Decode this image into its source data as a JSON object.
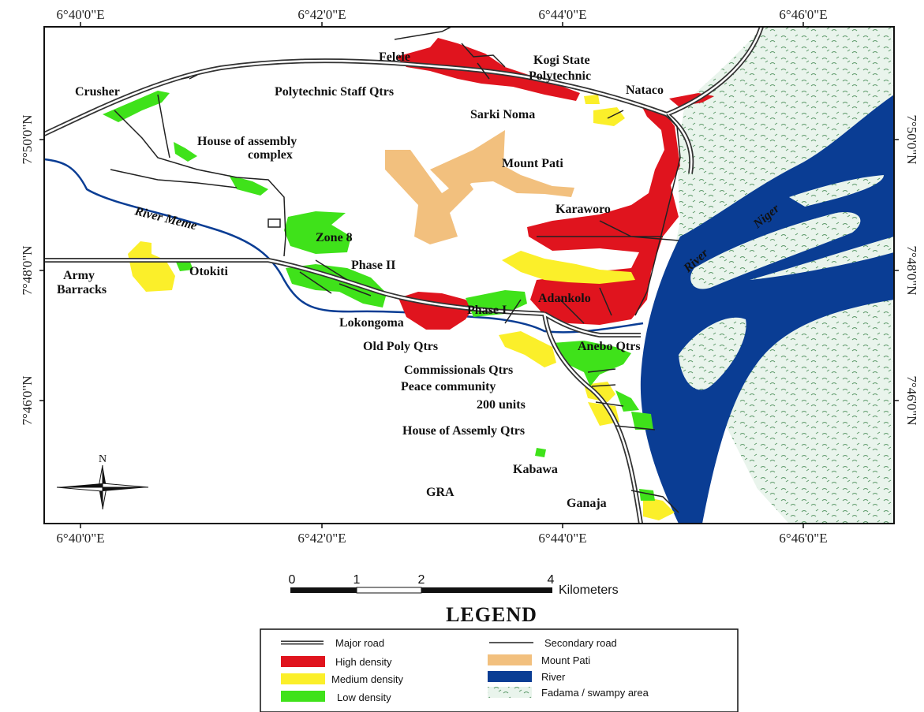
{
  "map": {
    "top_longitudes": [
      "6°40'0\"E",
      "6°42'0\"E",
      "6°44'0\"E",
      "6°46'0\"E"
    ],
    "bottom_longitudes": [
      "6°40'0\"E",
      "6°42'0\"E",
      "6°44'0\"E",
      "6°46'0\"E"
    ],
    "left_latitudes": [
      "7°50'0\"N",
      "7°48'0\"N",
      "7°46'0\"N"
    ],
    "right_latitudes": [
      "7°50'0\"N",
      "7°48'0\"N",
      "7°46'0\"N"
    ],
    "places": {
      "felele": "Felele",
      "kogi_state": "Kogi State",
      "polytechnic": "Polytechnic",
      "crusher": "Crusher",
      "polytechnic_staff_qtrs": "Polytechnic Staff Qtrs",
      "nataco": "Nataco",
      "sarki_noma": "Sarki Noma",
      "house_assembly": "House of assembly",
      "complex": "complex",
      "mount_pati": "Mount Pati",
      "karaworo": "Karaworo",
      "zone8": "Zone 8",
      "phase2": "Phase II",
      "army": "Army",
      "barracks": "Barracks",
      "otokiti": "Otokiti",
      "adankolo": "Adankolo",
      "phase1": "Phase I",
      "lokongoma": "Lokongoma",
      "old_poly": "Old Poly Qtrs",
      "anebo": "Anebo Qtrs",
      "commissionals": "Commissionals Qtrs",
      "peace": "Peace community",
      "units200": "200 units",
      "house_assemly_qtrs": "House of Assemly Qtrs",
      "kabawa": "Kabawa",
      "gra": "GRA",
      "ganaja": "Ganaja"
    },
    "rivers": {
      "meme": "River Meme",
      "river": "River",
      "niger": "Niger"
    },
    "north": "N"
  },
  "scale": {
    "ticks": [
      "0",
      "1",
      "2",
      "4"
    ],
    "unit": "Kilometers"
  },
  "legend": {
    "title": "LEGEND",
    "items": {
      "major_road": "Major road",
      "secondary_road": "Secondary road",
      "high_density": "High density",
      "mount_pati": "Mount Pati",
      "medium_density": "Medium density",
      "river": "River",
      "low_density": "Low density",
      "fadama": "Fadama / swampy area"
    }
  },
  "colors": {
    "high_density": "#e0141e",
    "medium_density": "#fbef2a",
    "low_density": "#3fe21a",
    "mount_pati": "#f2c07e",
    "river": "#0a3d94",
    "fadama_bg": "#e9f4ec",
    "fadama_mark": "#5e9a6a"
  }
}
